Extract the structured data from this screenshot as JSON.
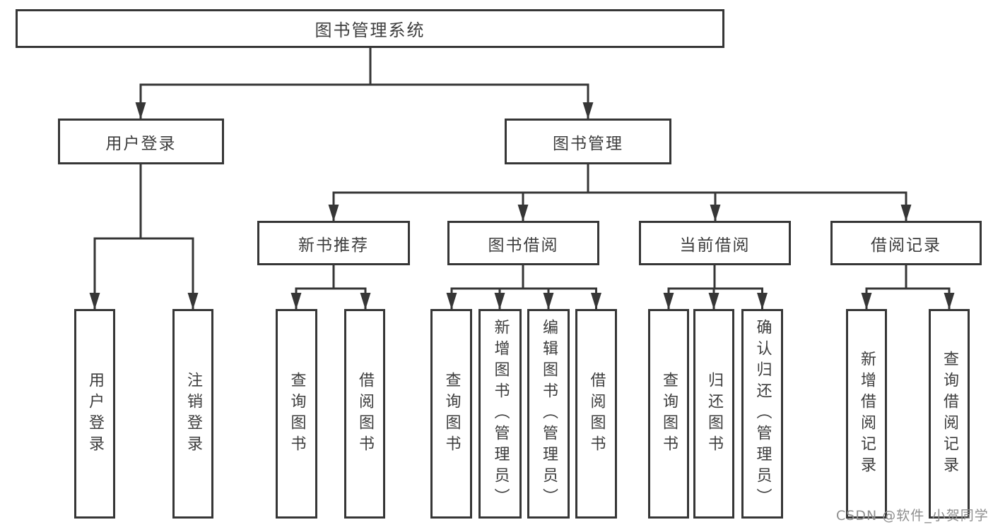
{
  "diagram": {
    "nodes": {
      "root": "图书管理系统",
      "user_login": "用户登录",
      "book_mgmt": "图书管理",
      "new_book_rec": "新书推荐",
      "book_borrow": "图书借阅",
      "current_borrow": "当前借阅",
      "borrow_records": "借阅记录",
      "leaf_user_login": "用户登录",
      "leaf_logout": "注销登录",
      "leaf_query_book_a": "查询图书",
      "leaf_borrow_book_a": "借阅图书",
      "leaf_query_book_b": "查询图书",
      "leaf_add_book": "新增图书（管理员）",
      "leaf_edit_book": "编辑图书（管理员）",
      "leaf_borrow_book_b": "借阅图书",
      "leaf_query_book_c": "查询图书",
      "leaf_return_book": "归还图书",
      "leaf_confirm_return": "确认归还（管理员）",
      "leaf_add_record": "新增借阅记录",
      "leaf_query_record": "查询借阅记录"
    },
    "tree": {
      "图书管理系统": {
        "用户登录": [
          "用户登录",
          "注销登录"
        ],
        "图书管理": {
          "新书推荐": [
            "查询图书",
            "借阅图书"
          ],
          "图书借阅": [
            "查询图书",
            "新增图书（管理员）",
            "编辑图书（管理员）",
            "借阅图书"
          ],
          "当前借阅": [
            "查询图书",
            "归还图书",
            "确认归还（管理员）"
          ],
          "借阅记录": [
            "新增借阅记录",
            "查询借阅记录"
          ]
        }
      }
    },
    "colors": {
      "line": "#363636",
      "text": "#3d3d3d",
      "box_background": "#ffffff",
      "page_background": "#ffffff"
    }
  },
  "watermark": {
    "text": "CSDN @软件_小贺同学",
    "color": "#8e8e8e"
  }
}
